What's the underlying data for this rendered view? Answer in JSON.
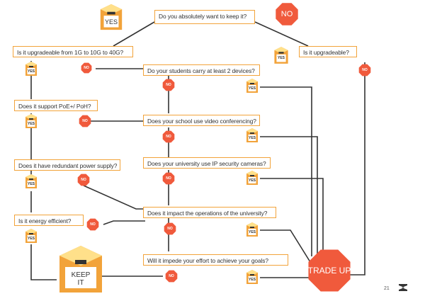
{
  "questions": [
    {
      "key": "keep",
      "text": "Do you absolutely want to keep it?"
    },
    {
      "key": "upgradeable_1g",
      "text": "Is it upgradeable from 1G to 10G to 40G?"
    },
    {
      "key": "upgradeable",
      "text": "Is it upgradeable?"
    },
    {
      "key": "devices",
      "text": "Do your students carry at least 2 devices?"
    },
    {
      "key": "poe",
      "text": "Does it support PoE+/ PoH?"
    },
    {
      "key": "video",
      "text": "Does your school use video conferencing?"
    },
    {
      "key": "redundant",
      "text": "Does it have redundant power supply?"
    },
    {
      "key": "cameras",
      "text": "Does your university use IP security cameras?"
    },
    {
      "key": "energy",
      "text": "Is it energy efficient?"
    },
    {
      "key": "operations",
      "text": "Does it impact the operations of the university?"
    },
    {
      "key": "impede",
      "text": "Will it impede your effort to achieve your goals?"
    }
  ],
  "labels": {
    "yes": "YES",
    "no": "NO",
    "trade_up": "TRADE UP",
    "keep_it": "KEEP\nIT"
  },
  "footer": {
    "page_number": "21"
  },
  "colors": {
    "box_orange": "#f2a33a",
    "box_light": "#ffe08a",
    "no_red": "#f05a3c",
    "line": "#333333"
  },
  "icons": {
    "yes": "box-yes-icon",
    "no": "octagon-no-icon",
    "keep": "box-keep-icon",
    "trade": "octagon-trade-up-icon",
    "logo": "company-logo-icon"
  }
}
